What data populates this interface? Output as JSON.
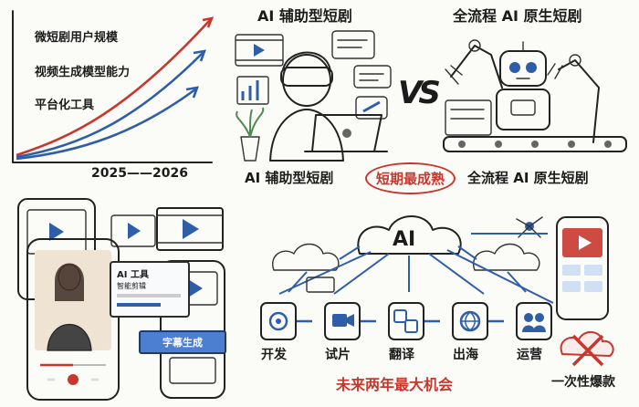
{
  "chart": {
    "legend": [
      "微短剧用户规模",
      "视频生成模型能力",
      "平台化工具"
    ],
    "range": "2025——2026"
  },
  "titles": {
    "assist_top": "AI 辅助型短剧",
    "native_top": "全流程 AI 原生短剧",
    "vs": "VS",
    "assist_bottom": "AI 辅助型短剧",
    "mature": "短期最成熟",
    "native_bottom": "全流程 AI 原生短剧"
  },
  "phone_ui": {
    "ai_tool": "AI 工具",
    "sub_label": "智能剪辑",
    "subtitle_tag": "字幕生成"
  },
  "flow": {
    "ai": "AI",
    "steps": [
      "开发",
      "试片",
      "翻译",
      "出海",
      "运营"
    ],
    "future": "未来两年最大机会",
    "burst": "一次性爆款"
  },
  "colors": {
    "red_accent": "#c8372d",
    "blue_accent": "#2f5ea8",
    "light_blue": "#e6f0fb"
  }
}
